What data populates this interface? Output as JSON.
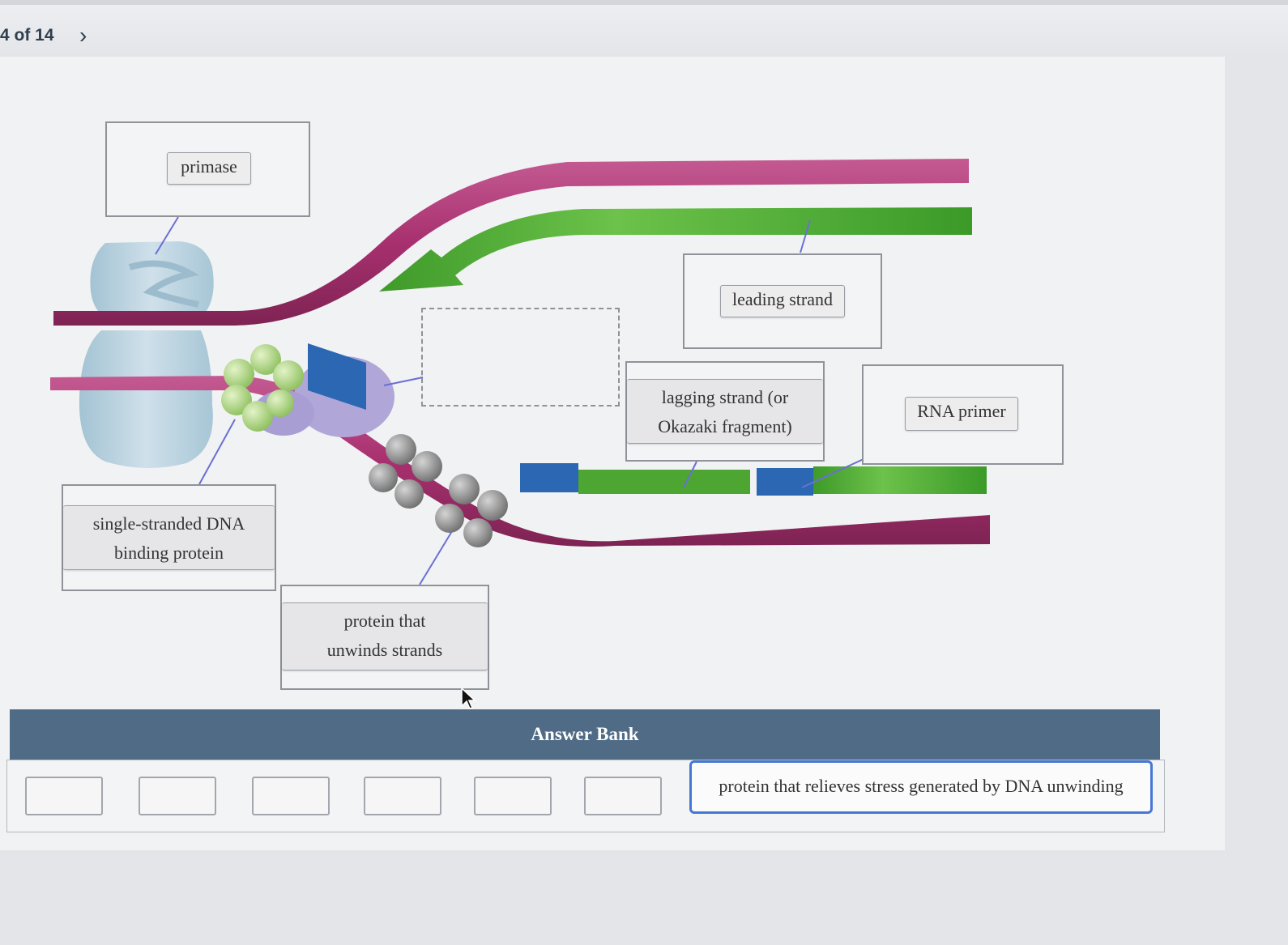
{
  "nav": {
    "counter": "4 of 14",
    "next_symbol": "›"
  },
  "diagram": {
    "labels": {
      "primase": "primase",
      "leading_strand": "leading strand",
      "lagging_strand_line1": "lagging strand (or",
      "lagging_strand_line2": "Okazaki fragment)",
      "rna_primer": "RNA primer",
      "ssb_line1": "single-stranded DNA",
      "ssb_line2": "binding protein",
      "helicase_line1": "protein that",
      "helicase_line2": "unwinds strands"
    },
    "colors": {
      "dna_strand": "#a8306f",
      "new_strand": "#4ea632",
      "rna_primer": "#2b67b3",
      "ssb_protein": "#a6cf7e",
      "helicase_beads": "#8c8c8c",
      "polymerase": "#b6cfdc",
      "primase_protein": "#a99ed3"
    }
  },
  "answer_bank": {
    "title": "Answer Bank",
    "empty_slot_count": 6,
    "items": [
      "protein that relieves stress generated by DNA unwinding"
    ],
    "accent": "#4777d6"
  }
}
